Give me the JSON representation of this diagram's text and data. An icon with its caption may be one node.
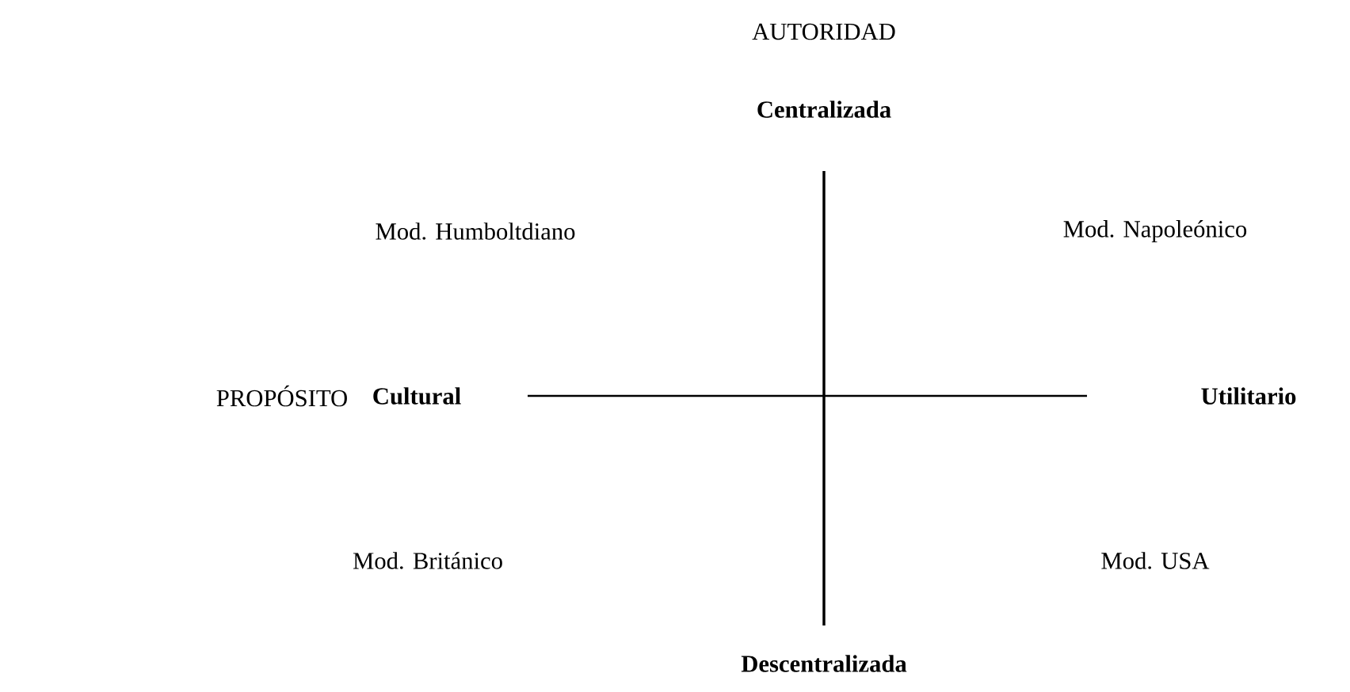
{
  "diagram": {
    "labels": [
      "AUTORIDAD",
      "Centralizada",
      "Mod. Humboltdiano",
      "Mod. Napoleónico",
      "PROPÓSITO",
      "Cultural",
      "Utilitario",
      "Mod. Británico",
      "Mod. USA",
      "Descentralizada"
    ]
  }
}
